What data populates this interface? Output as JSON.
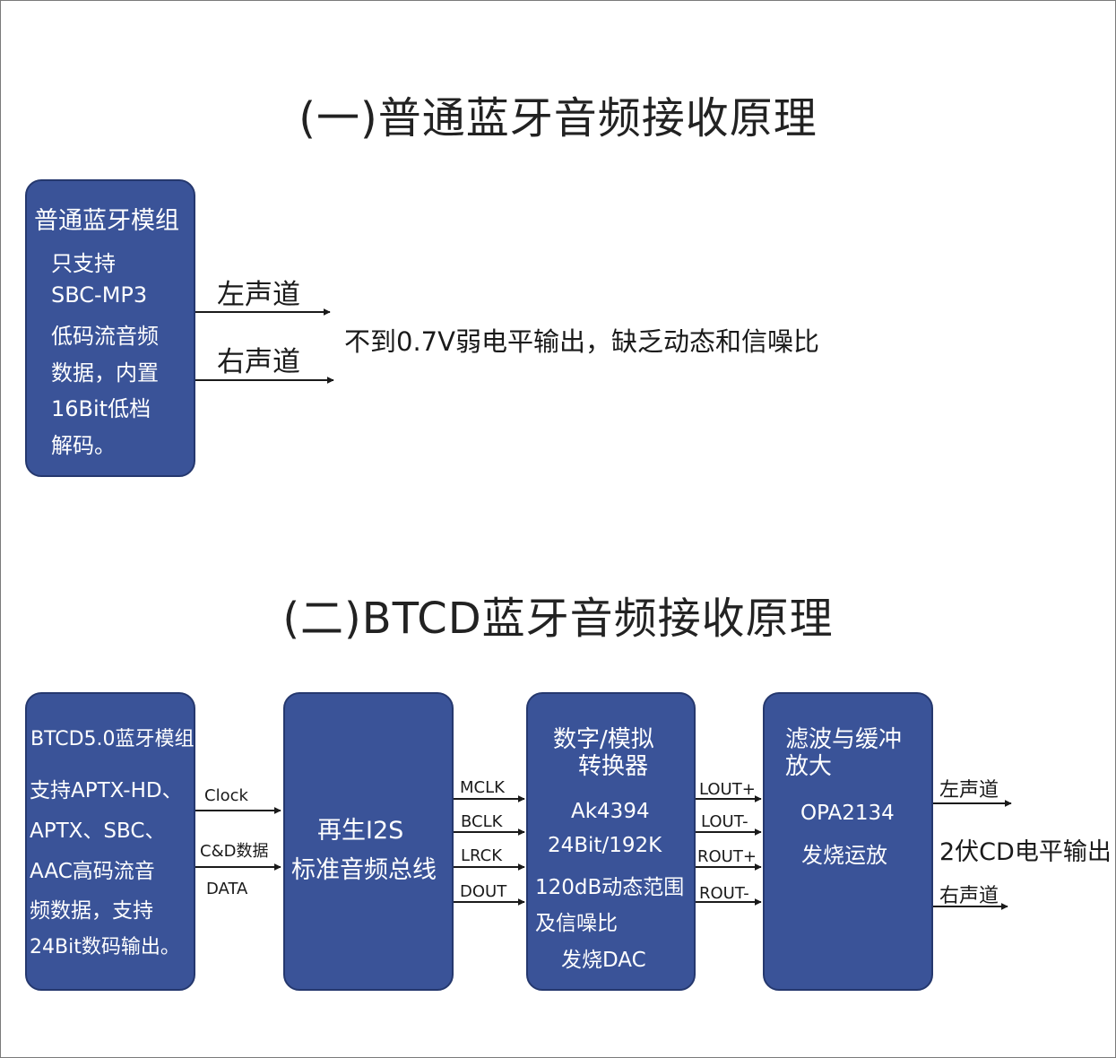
{
  "section1": {
    "title": "(一)普通蓝牙音频接收原理",
    "box": {
      "heading": "普通蓝牙模组",
      "lines": [
        "只支持",
        "SBC-MP3",
        "低码流音频",
        "数据，内置",
        "16Bit低档",
        "解码。"
      ]
    },
    "left_channel": "左声道",
    "right_channel": "右声道",
    "output_note": "不到0.7V弱电平输出，缺乏动态和信噪比"
  },
  "section2": {
    "title": "(二)BTCD蓝牙音频接收原理",
    "module": {
      "heading": "BTCD5.0蓝牙模组",
      "lines": [
        "支持APTX-HD、",
        "APTX、SBC、",
        "AAC高码流音",
        "频数据，支持",
        "24Bit数码输出。"
      ]
    },
    "module_signals": {
      "clock": "Clock",
      "cd_data": "C&D数据",
      "data": "DATA"
    },
    "bus": {
      "line1": "再生I2S",
      "line2": "标准音频总线"
    },
    "bus_signals": [
      "MCLK",
      "BCLK",
      "LRCK",
      "DOUT"
    ],
    "dac": {
      "title_line1": "数字/模拟",
      "title_line2": "转换器",
      "lines": [
        "Ak4394",
        "24Bit/192K",
        "120dB动态范围",
        "及信噪比",
        "发烧DAC"
      ]
    },
    "dac_signals": [
      "LOUT+",
      "LOUT-",
      "ROUT+",
      "ROUT-"
    ],
    "amp": {
      "title_line1": "滤波与缓冲",
      "title_line2": "放大",
      "line1": "OPA2134",
      "line2": "发烧运放"
    },
    "left_channel": "左声道",
    "right_channel": "右声道",
    "output_note": "2伏CD电平输出"
  },
  "colors": {
    "box_fill": "#3a5398",
    "box_border": "#25386e",
    "line": "#1a1a1a"
  }
}
